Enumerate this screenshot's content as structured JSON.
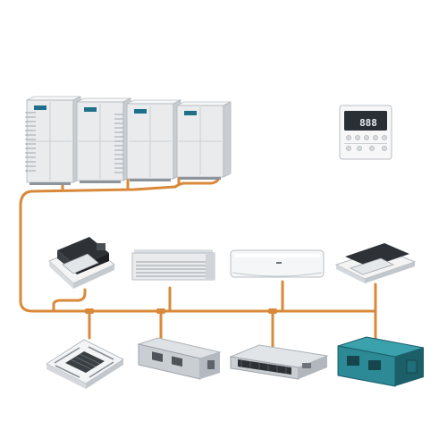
{
  "diagram": {
    "colors": {
      "pipe": "#d9893a",
      "unit_body": "#e9ebed",
      "unit_shade": "#c9ced3",
      "grille": "#8f969d",
      "badge": "#1f6f8b",
      "dark_panel": "#2e3236",
      "teal_body": "#2b8a96",
      "teal_dark": "#1c5f69",
      "lcd": "#2a2f35"
    },
    "outdoor_units": [
      {
        "name": "outdoor-unit-1",
        "icon": "vrf-outdoor-unit-icon"
      },
      {
        "name": "outdoor-unit-2",
        "icon": "vrf-outdoor-unit-icon"
      },
      {
        "name": "outdoor-unit-3",
        "icon": "vrf-outdoor-unit-icon"
      },
      {
        "name": "outdoor-unit-4",
        "icon": "vrf-outdoor-unit-icon"
      }
    ],
    "controller": {
      "name": "wired-controller",
      "icon": "wired-controller-icon",
      "display": "888"
    },
    "indoor_upper": [
      {
        "name": "one-way-cassette-unit",
        "icon": "one-way-cassette-icon"
      },
      {
        "name": "ceiling-floor-unit",
        "icon": "ceiling-floor-unit-icon"
      },
      {
        "name": "wall-mounted-unit",
        "icon": "wall-mounted-unit-icon"
      },
      {
        "name": "compact-cassette-unit",
        "icon": "compact-cassette-icon"
      }
    ],
    "indoor_lower": [
      {
        "name": "four-way-cassette-unit",
        "icon": "four-way-cassette-icon"
      },
      {
        "name": "high-static-duct-unit",
        "icon": "duct-unit-icon"
      },
      {
        "name": "slim-duct-unit",
        "icon": "slim-duct-unit-icon"
      },
      {
        "name": "fresh-air-duct-unit",
        "icon": "fresh-air-duct-icon"
      }
    ]
  }
}
